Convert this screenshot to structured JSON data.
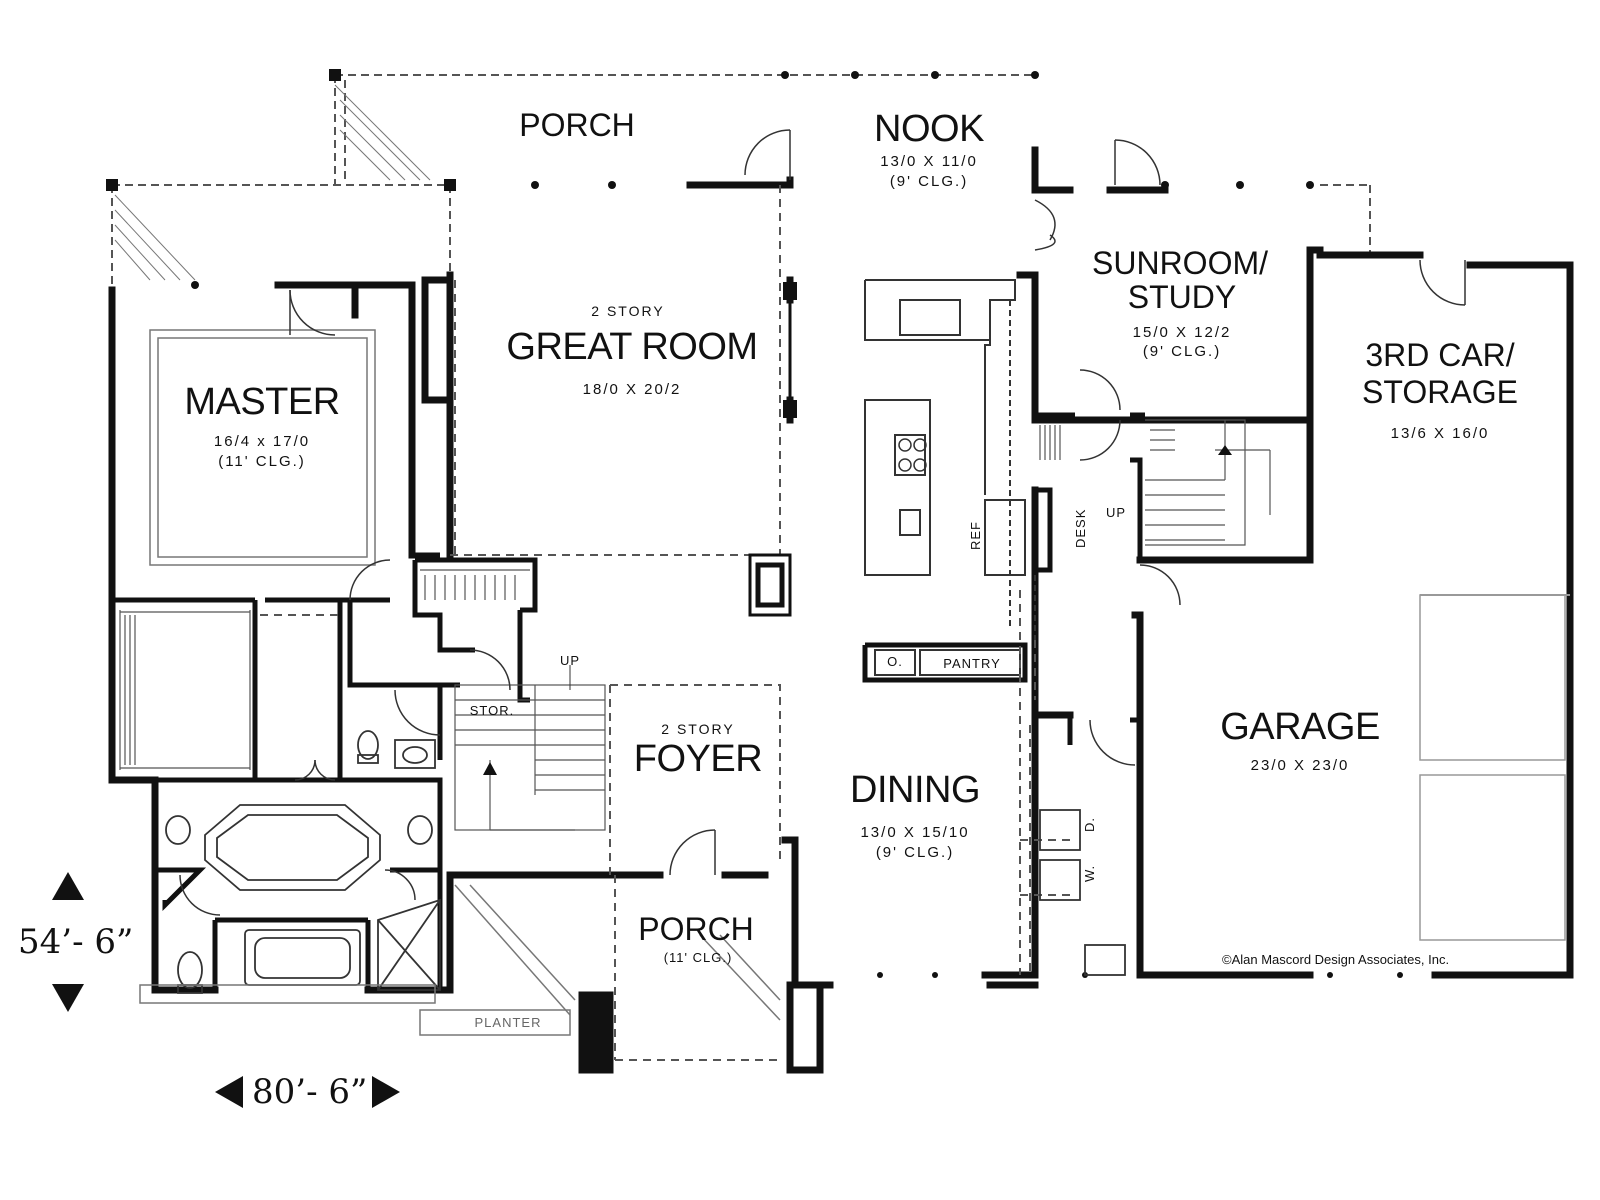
{
  "rooms": {
    "porch_top": {
      "name": "PORCH"
    },
    "nook": {
      "name": "NOOK",
      "size": "13/0 X 11/0",
      "ceiling": "(9' CLG.)"
    },
    "sunroom": {
      "name_line1": "SUNROOM/",
      "name_line2": "STUDY",
      "size": "15/0 X 12/2",
      "ceiling": "(9' CLG.)"
    },
    "great_room": {
      "note": "2 STORY",
      "name": "GREAT ROOM",
      "size": "18/0 X 20/2"
    },
    "master": {
      "name": "MASTER",
      "size": "16/4 x 17/0",
      "ceiling": "(11' CLG.)"
    },
    "third_car": {
      "name_line1": "3RD CAR/",
      "name_line2": "STORAGE",
      "size": "13/6 X 16/0"
    },
    "foyer": {
      "note": "2 STORY",
      "name": "FOYER"
    },
    "dining": {
      "name": "DINING",
      "size": "13/0 X 15/10",
      "ceiling": "(9' CLG.)"
    },
    "garage": {
      "name": "GARAGE",
      "size": "23/0 X 23/0"
    },
    "porch_front": {
      "name": "PORCH",
      "ceiling": "(11' CLG.)"
    }
  },
  "labels": {
    "pantry": "PANTRY",
    "oven": "O.",
    "stor": "STOR.",
    "up_main": "UP",
    "up_side": "UP",
    "ref": "REF",
    "desk": "DESK",
    "washer": "W.",
    "dryer": "D.",
    "planter": "PLANTER"
  },
  "dimensions": {
    "depth": "54’- 6”",
    "width": "80’- 6”"
  },
  "copyright": "©Alan Mascord Design Associates, Inc.",
  "colors": {
    "wall": "#111111",
    "line": "#444444",
    "background": "#ffffff"
  }
}
